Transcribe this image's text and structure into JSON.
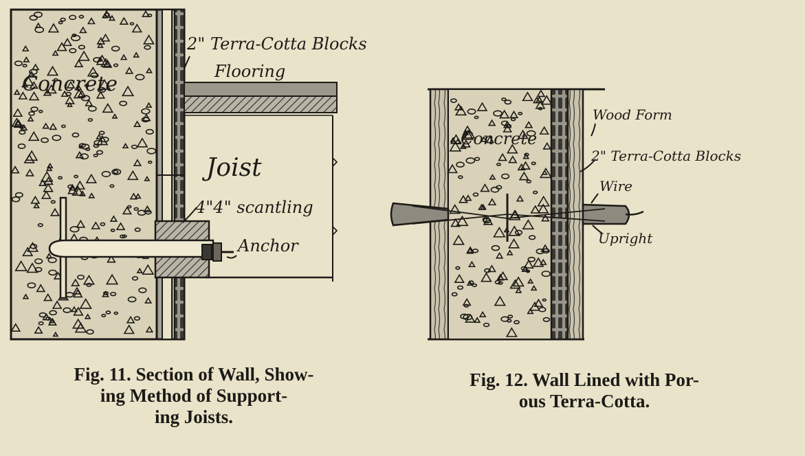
{
  "fig11": {
    "labels": {
      "terra_cotta": "2\" Terra-Cotta Blocks",
      "flooring": "Flooring",
      "concrete": "Concrete",
      "joist": "Joist",
      "scantling": "4\"4\" scantling",
      "anchor": "Anchor"
    },
    "caption": {
      "line1": "Fig. 11.   Section of Wall, Show-",
      "line2": "ing Method of Support-",
      "line3": "ing Joists."
    }
  },
  "fig12": {
    "labels": {
      "concrete": "Concrete",
      "wood_form": "Wood Form",
      "terra_cotta": "2\" Terra-Cotta Blocks",
      "wire": "Wire",
      "upright": "Upright"
    },
    "caption": {
      "line1": "Fig. 12.   Wall Lined with Por-",
      "line2": "ous Terra-Cotta."
    }
  },
  "colors": {
    "paper": "#e9e3c9",
    "ink": "#1c1a17",
    "concrete_fill": "#d9d2b8",
    "shade": "#8e8a80"
  }
}
